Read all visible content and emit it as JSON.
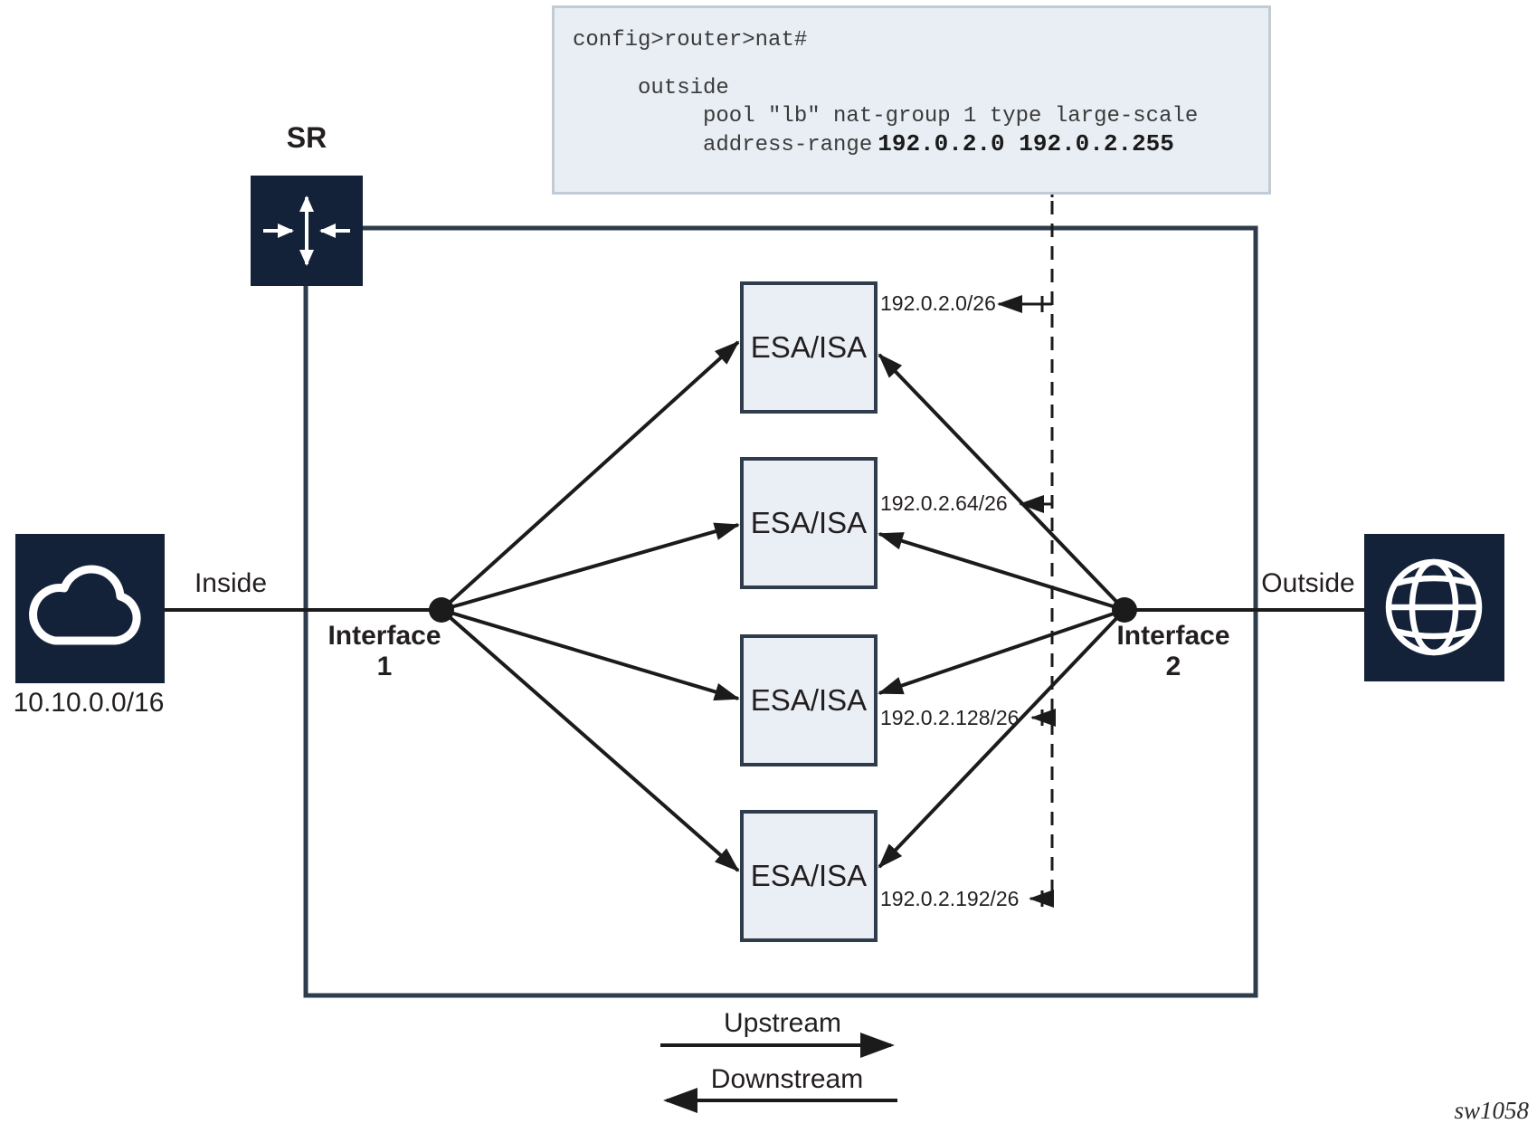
{
  "config_panel": {
    "prompt": "config>router>nat#",
    "outside_line": "outside",
    "pool_line": "pool \"lb\" nat-group 1 type large-scale",
    "address_label": "address-range",
    "address_range": "192.0.2.0 192.0.2.255"
  },
  "nodes": {
    "sr_label": "SR",
    "inside_label": "Inside",
    "outside_label": "Outside",
    "interface1": {
      "name": "Interface",
      "number": "1"
    },
    "interface2": {
      "name": "Interface",
      "number": "2"
    },
    "inside_network": "10.10.0.0/16"
  },
  "esa_groups": [
    {
      "label": "ESA/ISA",
      "subnet": "192.0.2.0/26"
    },
    {
      "label": "ESA/ISA",
      "subnet": "192.0.2.64/26"
    },
    {
      "label": "ESA/ISA",
      "subnet": "192.0.2.128/26"
    },
    {
      "label": "ESA/ISA",
      "subnet": "192.0.2.192/26"
    }
  ],
  "flow_labels": {
    "upstream": "Upstream",
    "downstream": "Downstream"
  },
  "figure_id": "sw1058",
  "colors": {
    "navy": "#132239",
    "slate": "#2e3c4c",
    "panel_fill": "#e9eef4",
    "line": "#1b1b1b"
  }
}
